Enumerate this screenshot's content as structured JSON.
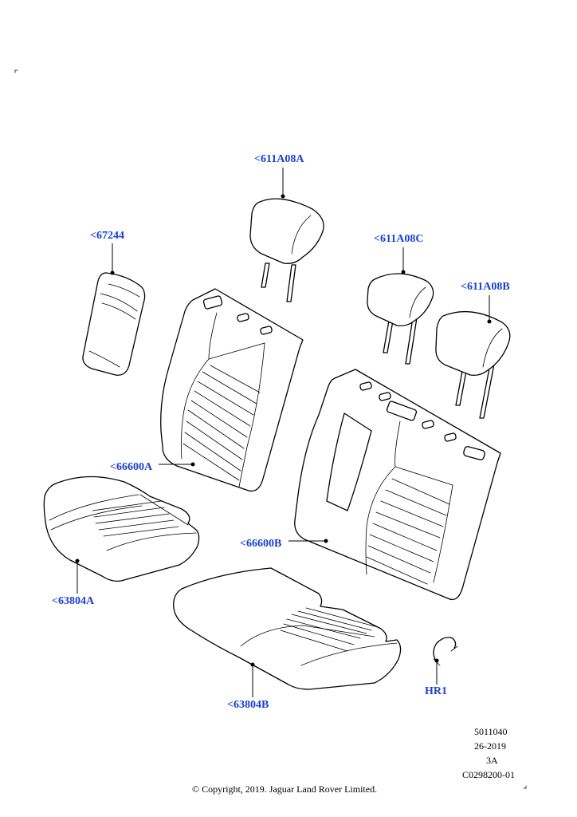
{
  "callouts": {
    "headrest_center": "<611A08A",
    "armrest": "<67244",
    "headrest_left": "<611A08C",
    "headrest_right": "<611A08B",
    "backrest_small": "<66600A",
    "backrest_large": "<66600B",
    "cushion_small": "<63804A",
    "cushion_large": "<63804B",
    "hog_ring": "HR1"
  },
  "reference": {
    "number": "5011040",
    "date": "26-2019",
    "revision": "3A",
    "code": "C0298200-01"
  },
  "copyright": "© Copyright, 2019. Jaguar Land Rover Limited.",
  "colors": {
    "callout": "#1a3fd1",
    "line": "#000000"
  }
}
